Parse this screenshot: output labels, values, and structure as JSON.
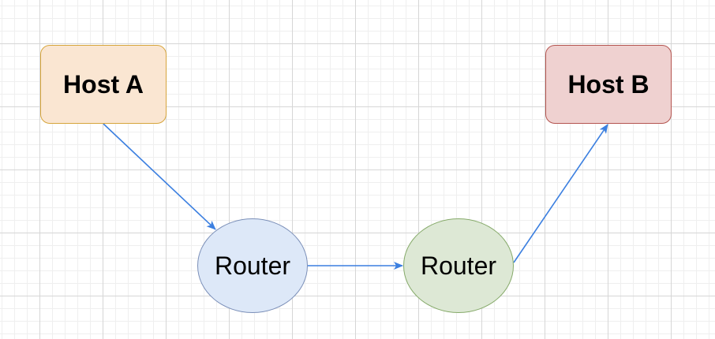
{
  "diagram": {
    "nodes": [
      {
        "id": "host-a",
        "label": "Host A",
        "shape": "rounded-rect",
        "fill": "#fae6d2",
        "stroke": "#d6a53c"
      },
      {
        "id": "router-1",
        "label": "Router",
        "shape": "ellipse",
        "fill": "#dde8f8",
        "stroke": "#7b8fb8"
      },
      {
        "id": "router-2",
        "label": "Router",
        "shape": "ellipse",
        "fill": "#dde8d5",
        "stroke": "#86aa6a"
      },
      {
        "id": "host-b",
        "label": "Host B",
        "shape": "rounded-rect",
        "fill": "#efd1d0",
        "stroke": "#b45550"
      }
    ],
    "edges": [
      {
        "from": "host-a",
        "to": "router-1",
        "color": "#3b7fe0"
      },
      {
        "from": "router-1",
        "to": "router-2",
        "color": "#3b7fe0"
      },
      {
        "from": "router-2",
        "to": "host-b",
        "color": "#3b7fe0"
      }
    ]
  }
}
